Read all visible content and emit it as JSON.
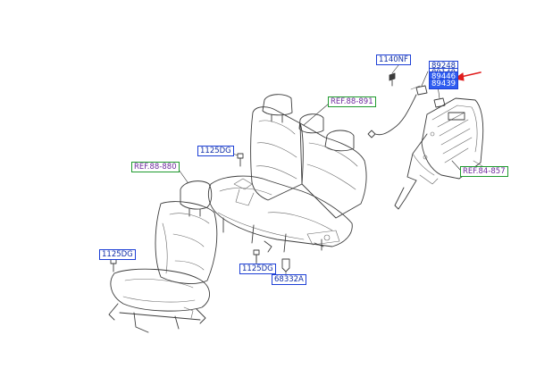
{
  "labels": {
    "part_1140": "1140NF",
    "part_89248": "89248",
    "part_89148": "89148",
    "part_hl1": "89446",
    "part_hl2": "89439",
    "part_1125_a": "1125DG",
    "part_1125_b": "1125DG",
    "part_1125_c": "1125DG",
    "part_68332": "68332A",
    "ref_88_891": "REF.88-891",
    "ref_88_880": "REF.88-880",
    "ref_84_857": "REF.84-857"
  },
  "colors": {
    "part_border": "#1c3fd6",
    "ref_border": "#1f9a2e",
    "highlight": "#2f5df0",
    "arrow": "#e01d1d"
  }
}
